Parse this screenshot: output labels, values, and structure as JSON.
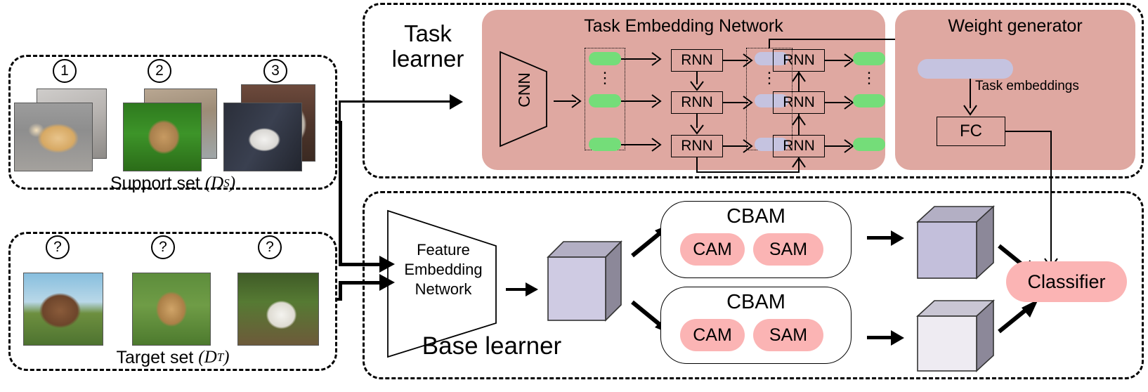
{
  "diagram": {
    "title": "Few-shot learning architecture with task learner and base learner",
    "colors": {
      "salmon_panel": "#dfa8a1",
      "green_pill": "#74dd79",
      "lavender_pill": "#c5c3e0",
      "pink_pill": "#fbb4b4",
      "cube_front": "#cfcbe3",
      "cube_side": "#8c8899",
      "cube_top": "#b3afc4",
      "outline": "#000000"
    }
  },
  "support_set": {
    "caption": "Support set",
    "caption_symbol": "(D",
    "caption_sub": "S",
    "caption_close": ")",
    "labels": [
      "1",
      "2",
      "3"
    ],
    "images": [
      {
        "name": "chihuahua-photo"
      },
      {
        "name": "boxer-on-grass-photo"
      },
      {
        "name": "white-terrier-held-photo"
      }
    ]
  },
  "target_set": {
    "caption": "Target set",
    "caption_symbol": "(D",
    "caption_sub": "T",
    "caption_close": ")",
    "labels": [
      "?",
      "?",
      "?"
    ],
    "images": [
      {
        "name": "brown-dog-photo"
      },
      {
        "name": "tan-dog-running-photo"
      },
      {
        "name": "west-highland-terrier-photo"
      }
    ]
  },
  "task_learner": {
    "label_line1": "Task",
    "label_line2": "learner",
    "task_embedding_network": {
      "title": "Task Embedding Network",
      "cnn_label": "CNN",
      "input_pills": [
        "",
        "",
        ""
      ],
      "vertical_dots": "⋮",
      "rnn_label": "RNN",
      "forward_rnn_labels": [
        "RNN",
        "RNN",
        "RNN"
      ],
      "backward_rnn_labels": [
        "RNN",
        "RNN",
        "RNN"
      ],
      "mid_pills": [
        "",
        "",
        ""
      ],
      "output_pills": [
        "",
        "",
        ""
      ]
    },
    "weight_generator": {
      "title": "Weight generator",
      "embedding_label": "Task embeddings",
      "fc_label": "FC"
    }
  },
  "base_learner": {
    "label": "Base learner",
    "feature_embedding_network": {
      "line1": "Feature",
      "line2": "Embedding",
      "line3": "Network"
    },
    "cbam_blocks": [
      {
        "title": "CBAM",
        "modules": [
          "CAM",
          "SAM"
        ]
      },
      {
        "title": "CBAM",
        "modules": [
          "CAM",
          "SAM"
        ]
      }
    ],
    "classifier_label": "Classifier",
    "feature_cube_name": "feature-map-cube",
    "output_cubes": [
      "attended-feature-cube-top",
      "attended-feature-cube-bottom"
    ]
  }
}
